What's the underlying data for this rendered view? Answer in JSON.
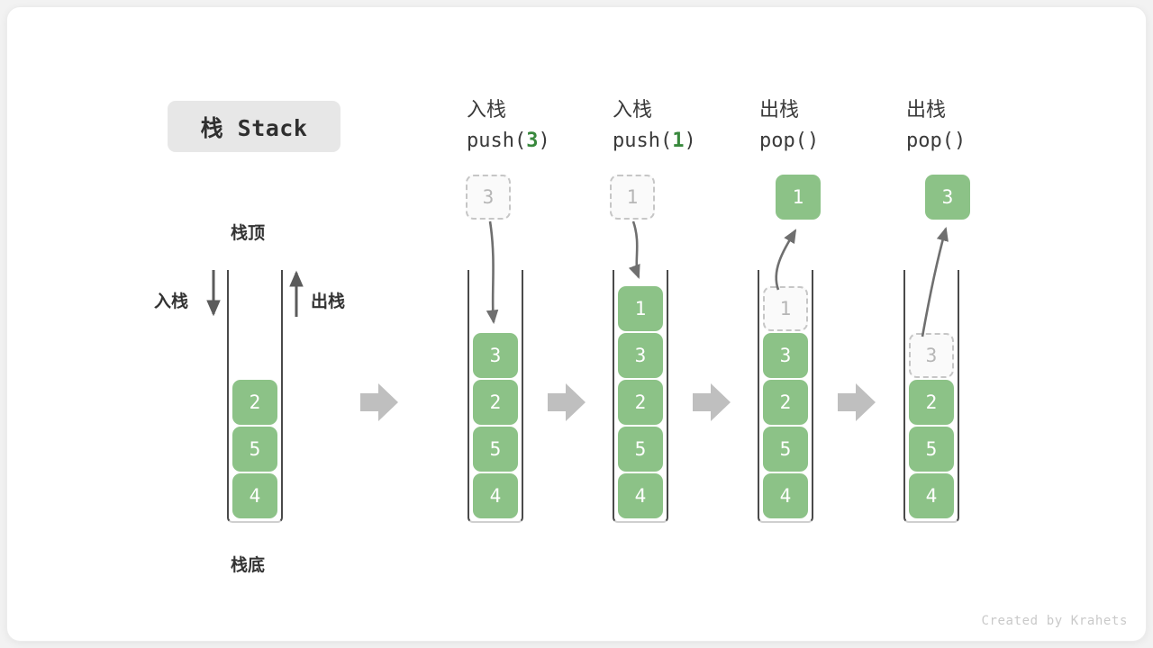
{
  "title": {
    "label": "栈 Stack"
  },
  "credit": "Created by Krahets",
  "annotations": {
    "top": "栈顶",
    "bottom": "栈底",
    "push_side": "入栈",
    "pop_side": "出栈"
  },
  "colors": {
    "element_green": "#8cc287",
    "keyword_green": "#38883c",
    "ghost_border": "#c6c6c6",
    "ghost_text": "#b6b6b6",
    "rail": "#4a4a4a",
    "flow_arrow": "#bfbfbf",
    "badge_bg": "#e7e7e7",
    "text": "#3a3a3a"
  },
  "columns": [
    {
      "id": "initial",
      "op_cn": "",
      "op_code": "",
      "op_arg": "",
      "floating": null,
      "cells": [
        {
          "value": "2",
          "state": "filled"
        },
        {
          "value": "5",
          "state": "filled"
        },
        {
          "value": "4",
          "state": "filled"
        }
      ]
    },
    {
      "id": "push-3",
      "op_cn": "入栈",
      "op_code_pre": "push(",
      "op_arg": "3",
      "op_code_post": ")",
      "floating": {
        "value": "3",
        "state": "ghost"
      },
      "cells": [
        {
          "value": "3",
          "state": "filled"
        },
        {
          "value": "2",
          "state": "filled"
        },
        {
          "value": "5",
          "state": "filled"
        },
        {
          "value": "4",
          "state": "filled"
        }
      ]
    },
    {
      "id": "push-1",
      "op_cn": "入栈",
      "op_code_pre": "push(",
      "op_arg": "1",
      "op_code_post": ")",
      "floating": {
        "value": "1",
        "state": "ghost"
      },
      "cells": [
        {
          "value": "1",
          "state": "filled"
        },
        {
          "value": "3",
          "state": "filled"
        },
        {
          "value": "2",
          "state": "filled"
        },
        {
          "value": "5",
          "state": "filled"
        },
        {
          "value": "4",
          "state": "filled"
        }
      ]
    },
    {
      "id": "pop-1",
      "op_cn": "出栈",
      "op_code_pre": "pop(",
      "op_arg": "",
      "op_code_post": ")",
      "floating": {
        "value": "1",
        "state": "filled"
      },
      "cells": [
        {
          "value": "1",
          "state": "ghost"
        },
        {
          "value": "3",
          "state": "filled"
        },
        {
          "value": "2",
          "state": "filled"
        },
        {
          "value": "5",
          "state": "filled"
        },
        {
          "value": "4",
          "state": "filled"
        }
      ]
    },
    {
      "id": "pop-2",
      "op_cn": "出栈",
      "op_code_pre": "pop(",
      "op_arg": "",
      "op_code_post": ")",
      "floating": {
        "value": "3",
        "state": "filled"
      },
      "cells": [
        {
          "value": "3",
          "state": "ghost"
        },
        {
          "value": "2",
          "state": "filled"
        },
        {
          "value": "5",
          "state": "filled"
        },
        {
          "value": "4",
          "state": "filled"
        }
      ]
    }
  ]
}
